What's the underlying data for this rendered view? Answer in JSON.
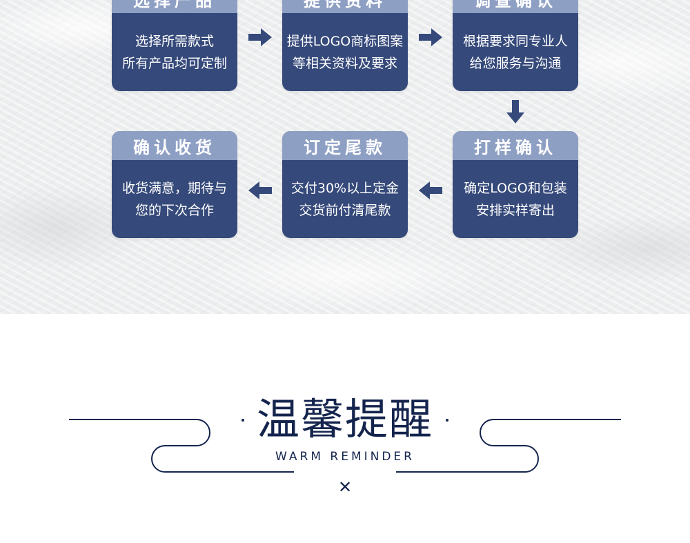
{
  "steps": [
    {
      "title": "选择产品",
      "line1": "选择所需款式",
      "line2": "所有产品均可定制"
    },
    {
      "title": "提供资料",
      "line1": "提供LOGO商标图案",
      "line2": "等相关资料及要求"
    },
    {
      "title": "调查确认",
      "line1": "根据要求同专业人",
      "line2": "给您服务与沟通"
    },
    {
      "title": "打样确认",
      "line1": "确定LOGO和包装",
      "line2": "安排实样寄出"
    },
    {
      "title": "订定尾款",
      "line1": "交付30%以上定金",
      "line2": "交货前付清尾款"
    },
    {
      "title": "确认收货",
      "line1": "收货满意，期待与",
      "line2": "您的下次合作"
    }
  ],
  "reminder": {
    "title": "温馨提醒",
    "subtitle": "WARM REMINDER",
    "close_glyph": "✕"
  },
  "colors": {
    "card_body": "#35497a",
    "card_header": "#8e9fc4",
    "arrow": "#35497a",
    "accent_text": "#14244d"
  }
}
